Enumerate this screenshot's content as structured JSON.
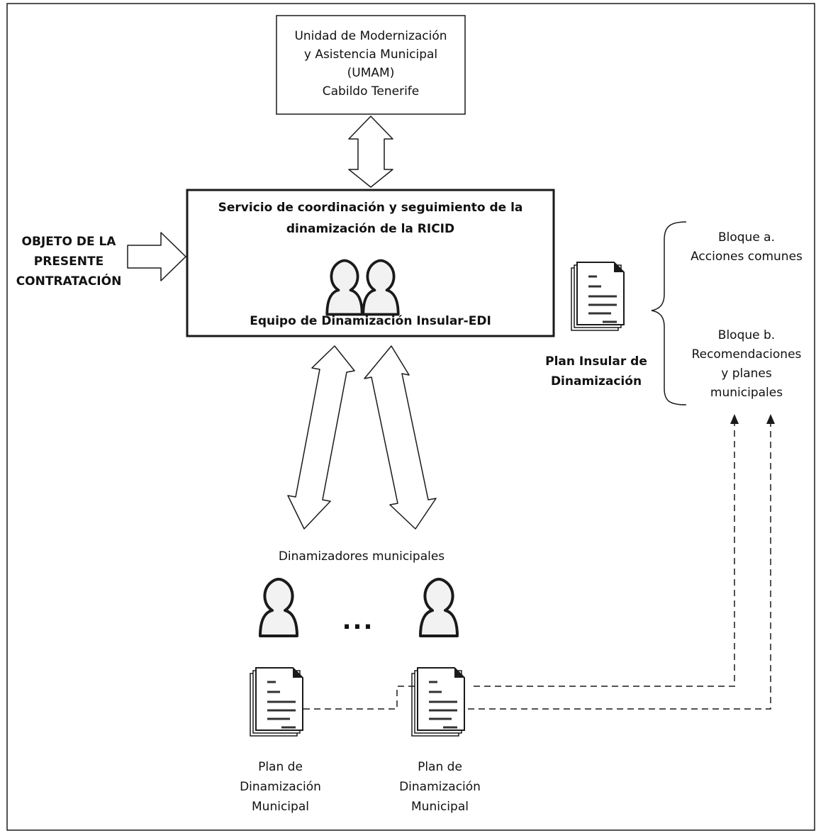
{
  "umam_box": {
    "lines": [
      "Unidad de Modernización",
      "y Asistencia Municipal",
      "(UMAM)",
      "Cabildo Tenerife"
    ]
  },
  "service_box": {
    "title_lines": [
      "Servicio de coordinación y seguimiento de la",
      "dinamización de la RICID"
    ],
    "team_label": "Equipo de Dinamización Insular-EDI",
    "team_icon": "two-users-icon"
  },
  "objeto": {
    "lines": [
      "OBJETO DE LA",
      "PRESENTE",
      "CONTRATACIÓN"
    ]
  },
  "plan_insular": {
    "lines": [
      "Plan Insular de",
      "Dinamización"
    ],
    "icon": "document-stack-icon"
  },
  "bloques": {
    "a": [
      "Bloque a.",
      "Acciones comunes"
    ],
    "b": [
      "Bloque b.",
      "Recomendaciones",
      "y planes",
      "municipales"
    ]
  },
  "dinamizadores": {
    "label": "Dinamizadores municipales",
    "ellipsis": "...",
    "icon": "user-icon"
  },
  "plan_municipal": {
    "left": [
      "Plan de",
      "Dinamización",
      "Municipal"
    ],
    "right": [
      "Plan de",
      "Dinamización",
      "Municipal"
    ],
    "icon": "document-stack-icon"
  },
  "colors": {
    "stroke": "#1a1a1a",
    "person_fill": "#f2f2f2",
    "document_lines": "#333333"
  }
}
